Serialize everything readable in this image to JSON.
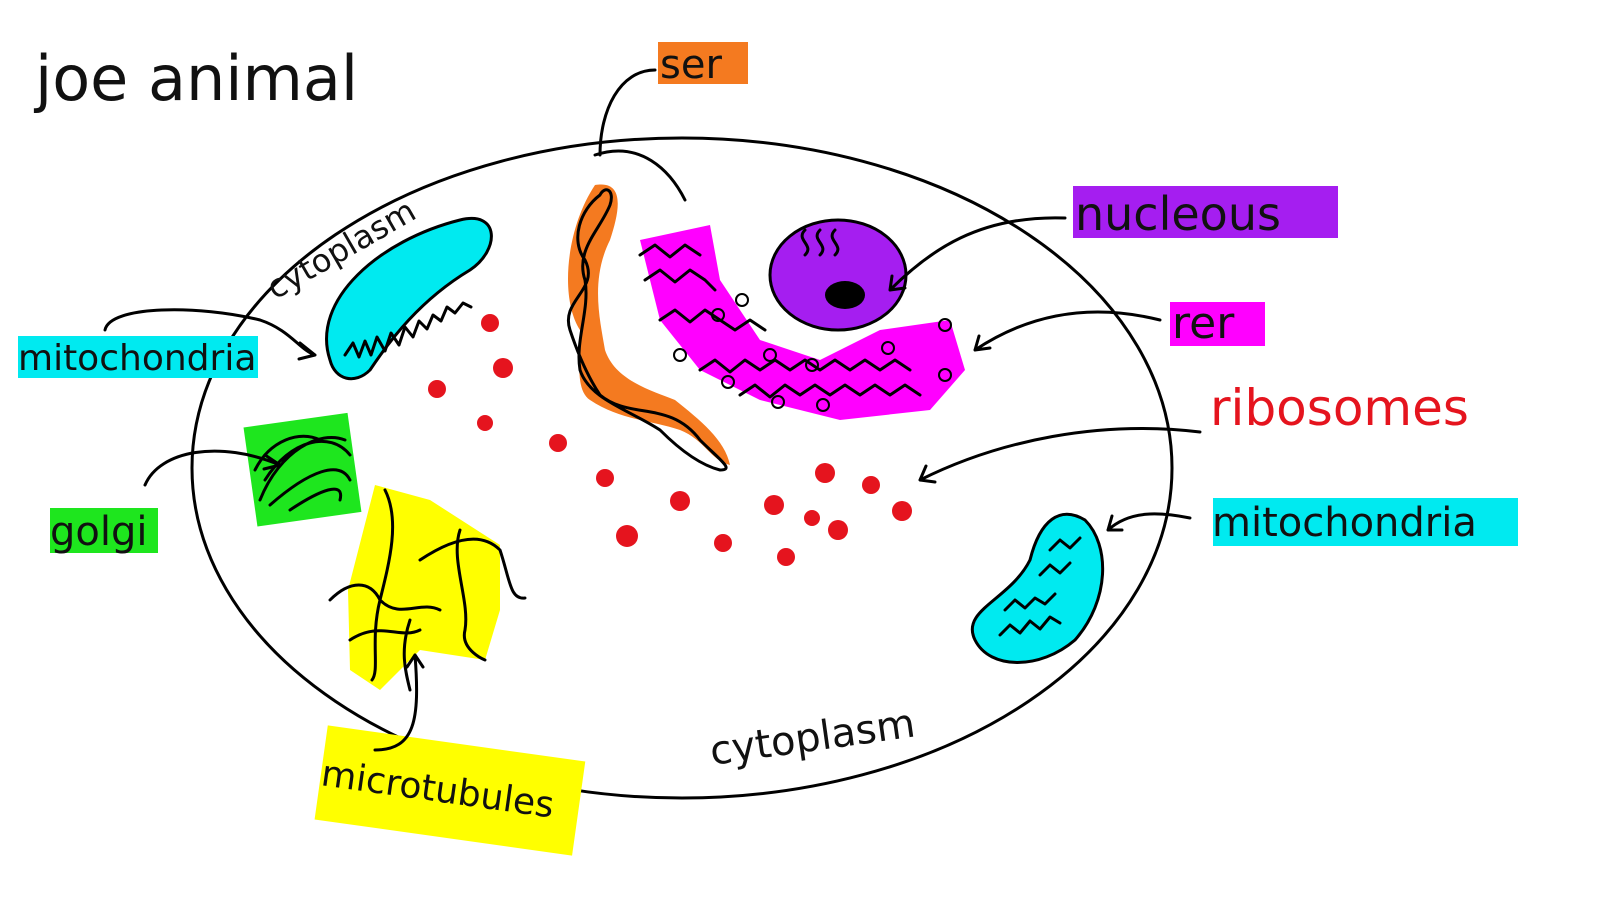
{
  "title": "joe animal",
  "labels": {
    "ser": "ser",
    "nucleous": "nucleous",
    "rer": "rer",
    "ribosomes": "ribosomes",
    "mitochondria_left": "mitochondria",
    "mitochondria_right": "mitochondria",
    "golgi": "golgi",
    "microtubules": "microtubules",
    "cytoplasm_top": "cytoplasm",
    "cytoplasm_bottom": "cytoplasm"
  },
  "colors": {
    "ser": "#f47a20",
    "nucleus": "#a51ef0",
    "rer": "#ff00ff",
    "ribosomes": "#e5141e",
    "mitochondria": "#00eaf0",
    "golgi": "#1ee61e",
    "microtubules": "#ffff00"
  }
}
